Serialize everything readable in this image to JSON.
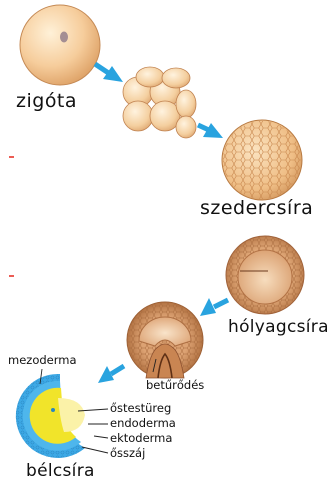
{
  "stages": {
    "zygote": "zigóta",
    "morula": "szedercsíra",
    "blastula": "hólyagcsíra",
    "gastrula": "bélcsíra"
  },
  "annotations": {
    "invagination": "betűrődés",
    "mesoderm": "mezoderma",
    "archenteron": "őstestüreg",
    "endoderm": "endoderma",
    "ectoderm": "ektoderma",
    "blastopore": "ősszáj"
  },
  "colors": {
    "arrow": "#29A3DF",
    "egg": "#F3C995",
    "cell_outline": "#C89060",
    "blastula_outer": "#C98B5C",
    "mesoderm": "#3DA9E6",
    "endoderm": "#F1E42A",
    "ectoderm": "#3DA9E6",
    "edge_marks": "#E8332A"
  }
}
